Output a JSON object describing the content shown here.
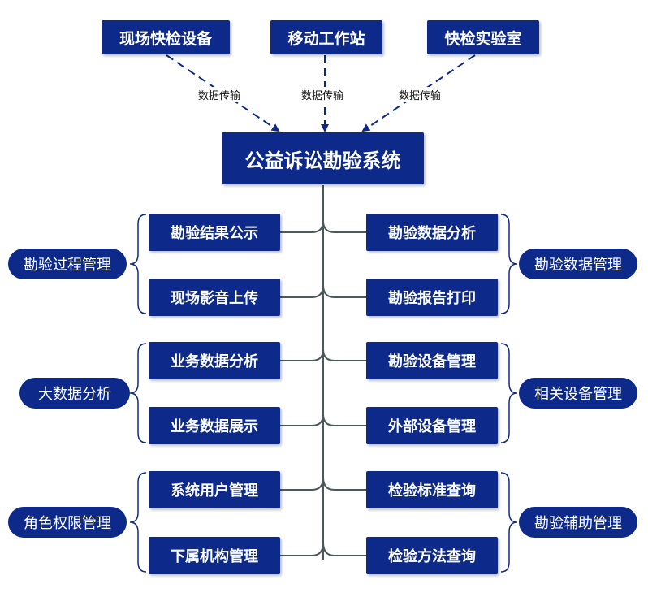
{
  "sources": [
    {
      "label": "现场快检设备"
    },
    {
      "label": "移动工作站"
    },
    {
      "label": "快检实验室"
    }
  ],
  "transfer_label": "数据传输",
  "center": {
    "label": "公益诉讼勘验系统"
  },
  "groups": [
    {
      "label": "勘验过程管理",
      "side": "left",
      "items": [
        "勘验结果公示",
        "现场影音上传"
      ]
    },
    {
      "label": "勘验数据管理",
      "side": "right",
      "items": [
        "勘验数据分析",
        "勘验报告打印"
      ]
    },
    {
      "label": "大数据分析",
      "side": "left",
      "items": [
        "业务数据分析",
        "业务数据展示"
      ]
    },
    {
      "label": "相关设备管理",
      "side": "right",
      "items": [
        "勘验设备管理",
        "外部设备管理"
      ]
    },
    {
      "label": "角色权限管理",
      "side": "left",
      "items": [
        "系统用户管理",
        "下属机构管理"
      ]
    },
    {
      "label": "勘验辅助管理",
      "side": "right",
      "items": [
        "检验标准查询",
        "检验方法查询"
      ]
    }
  ],
  "colors": {
    "box": "#0d2a8a",
    "connector": "#4a5a5a",
    "arrow": "#0d2a8a",
    "bracket": "#0d2a8a"
  }
}
